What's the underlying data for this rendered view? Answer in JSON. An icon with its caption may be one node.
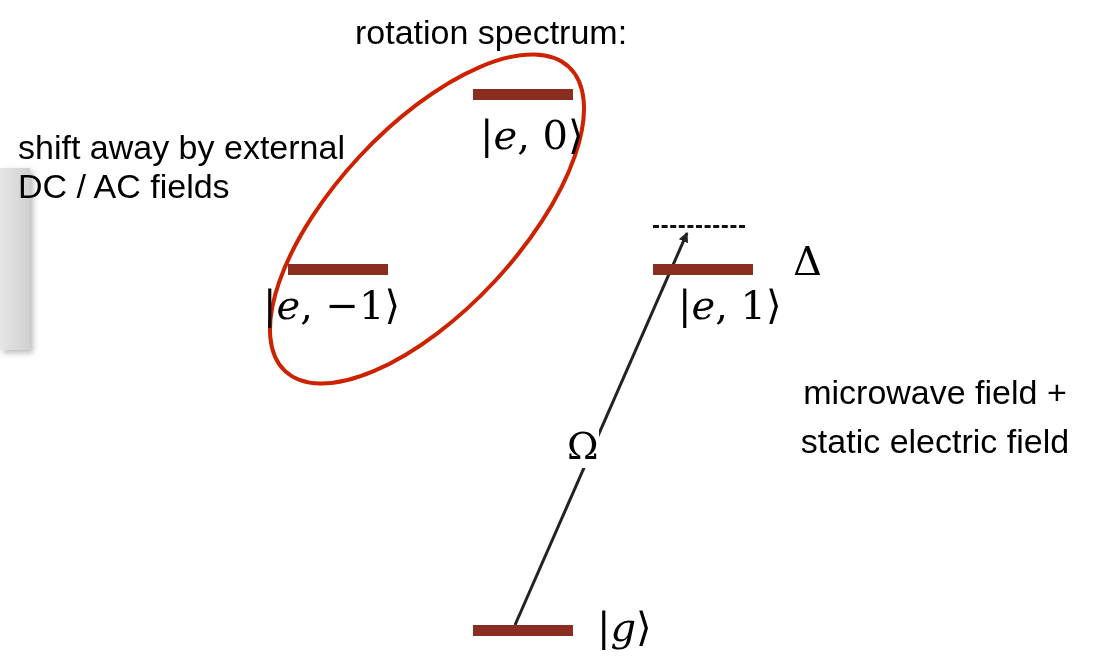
{
  "diagram": {
    "nodes": [
      {
        "text": [],
        "shape": "ellipse",
        "beside": [
          "shift away by external DC / AC fields"
        ]
      },
      {
        "text": [],
        "shape": "bar",
        "in": 0,
        "beside": [
          "|*e*, 0⟩"
        ]
      },
      {
        "text": [],
        "shape": "bar",
        "in": 0,
        "beside": [
          "|*e*, −1⟩"
        ]
      },
      {
        "text": [],
        "shape": "bar",
        "beside": [
          "|*e*, 1⟩"
        ]
      },
      {
        "text": [],
        "shape": "dashed-line"
      },
      {
        "text": [],
        "shape": "bar",
        "beside": [
          "|*g*⟩"
        ]
      }
    ],
    "edges": [
      {
        "from": 5,
        "to": 4,
        "arrow": "to",
        "label": "Ω"
      }
    ],
    "labels": [
      "rotation spectrum:",
      "Δ",
      "microwave field + static electric field"
    ]
  }
}
